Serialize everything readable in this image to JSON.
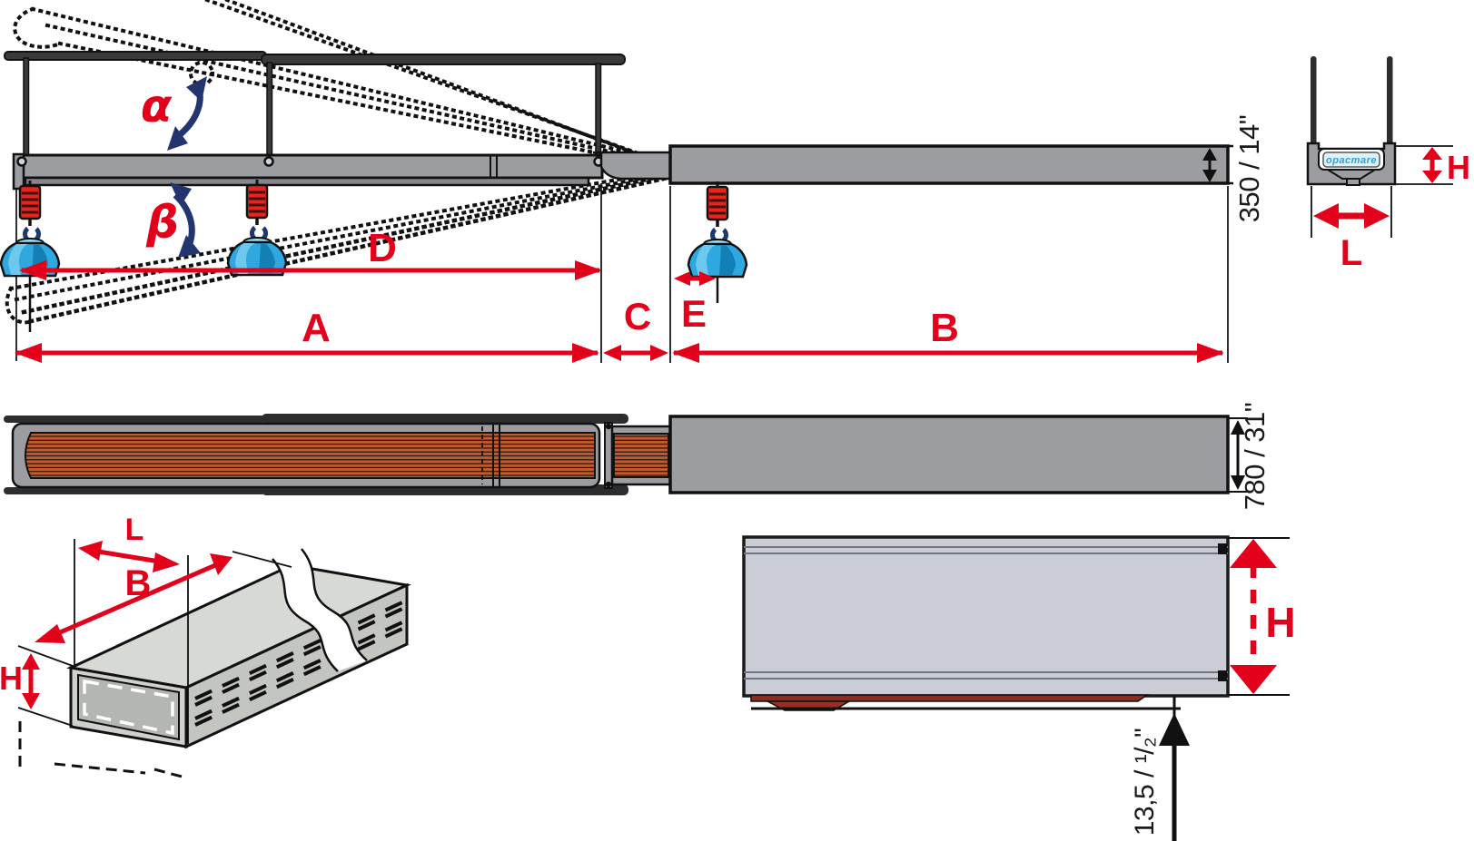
{
  "side_view": {
    "alpha": "α",
    "beta": "β",
    "dim_D": "D",
    "dim_A": "A",
    "dim_C": "C",
    "dim_E": "E",
    "dim_B": "B",
    "height_label": "350 / 14\""
  },
  "cross_section": {
    "brand": "opacmare",
    "dim_H": "H",
    "dim_L": "L"
  },
  "plan_view": {
    "width_label": "780 / 31\""
  },
  "iso_view": {
    "dim_L": "L",
    "dim_B": "B",
    "dim_H": "H"
  },
  "detail_view": {
    "dim_H": "H",
    "offset_label": "13,5 / ¹/₂\""
  },
  "colors": {
    "dimension_red": "#e2001a",
    "angle_navy": "#23356f",
    "weight_blue": "#2fa8df",
    "beam_gray": "#9b9da0",
    "panel_gray": "#cacdd5",
    "wood_orange": "#c35a2d",
    "strip_dark_red": "#8e2b1f",
    "brand_blue": "#2f9fd8"
  }
}
